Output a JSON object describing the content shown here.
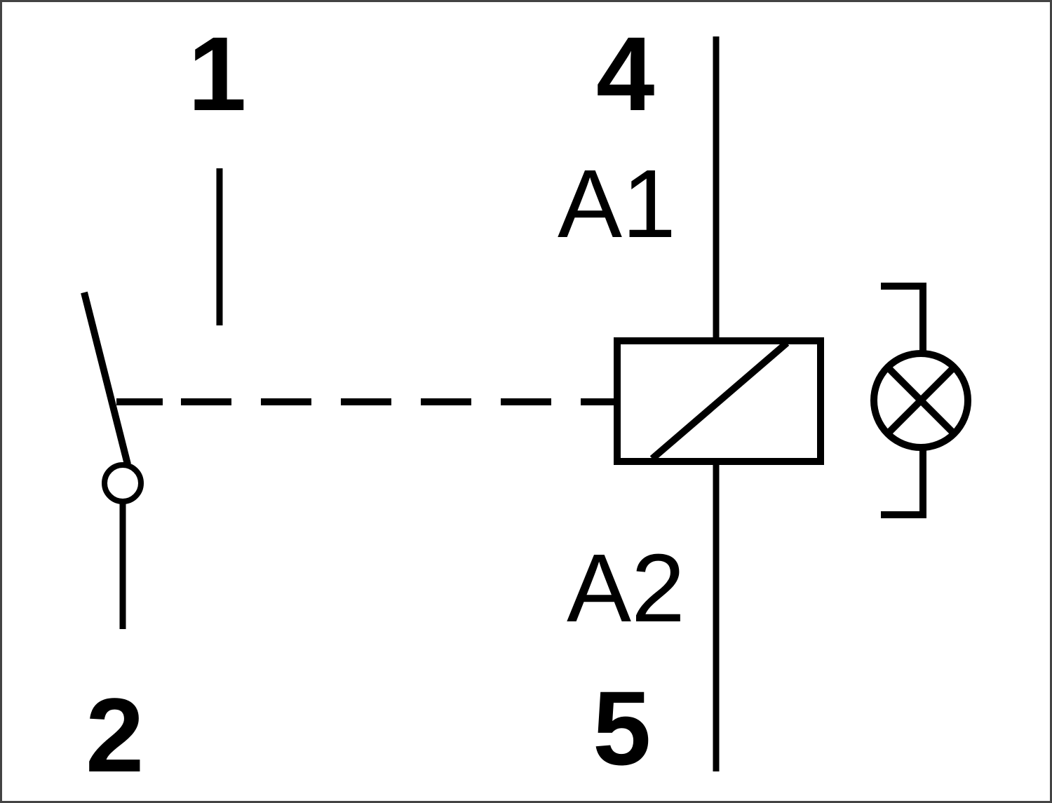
{
  "labels": {
    "terminal_1": "1",
    "terminal_2": "2",
    "terminal_4": "4",
    "terminal_5": "5",
    "coil_a1": "A1",
    "coil_a2": "A2"
  },
  "colors": {
    "line": "#000000",
    "background": "#ffffff",
    "border": "#444444"
  },
  "icons": {
    "switch": "normally-open-contact-icon",
    "coil": "relay-coil-icon",
    "lamp": "indicator-lamp-icon"
  }
}
